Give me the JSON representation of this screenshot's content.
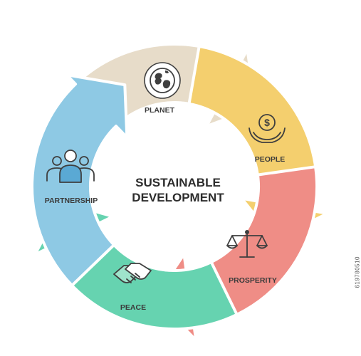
{
  "title": {
    "line1": "SUSTAINABLE",
    "line2": "DEVELOPMENT"
  },
  "segments": [
    {
      "id": "planet",
      "label": "PLANET",
      "color": "#e7dcc9",
      "icon": "globe-icon"
    },
    {
      "id": "people",
      "label": "PEOPLE",
      "color": "#f4cf6e",
      "icon": "hand-money-icon"
    },
    {
      "id": "prosperity",
      "label": "PROSPERITY",
      "color": "#ef8d86",
      "icon": "scales-icon"
    },
    {
      "id": "peace",
      "label": "PEACE",
      "color": "#66d3b0",
      "icon": "handshake-icon"
    },
    {
      "id": "partnership",
      "label": "PARTNERSHIP",
      "color": "#8ec9e4",
      "icon": "team-icon"
    }
  ],
  "stock_id": "619780510"
}
